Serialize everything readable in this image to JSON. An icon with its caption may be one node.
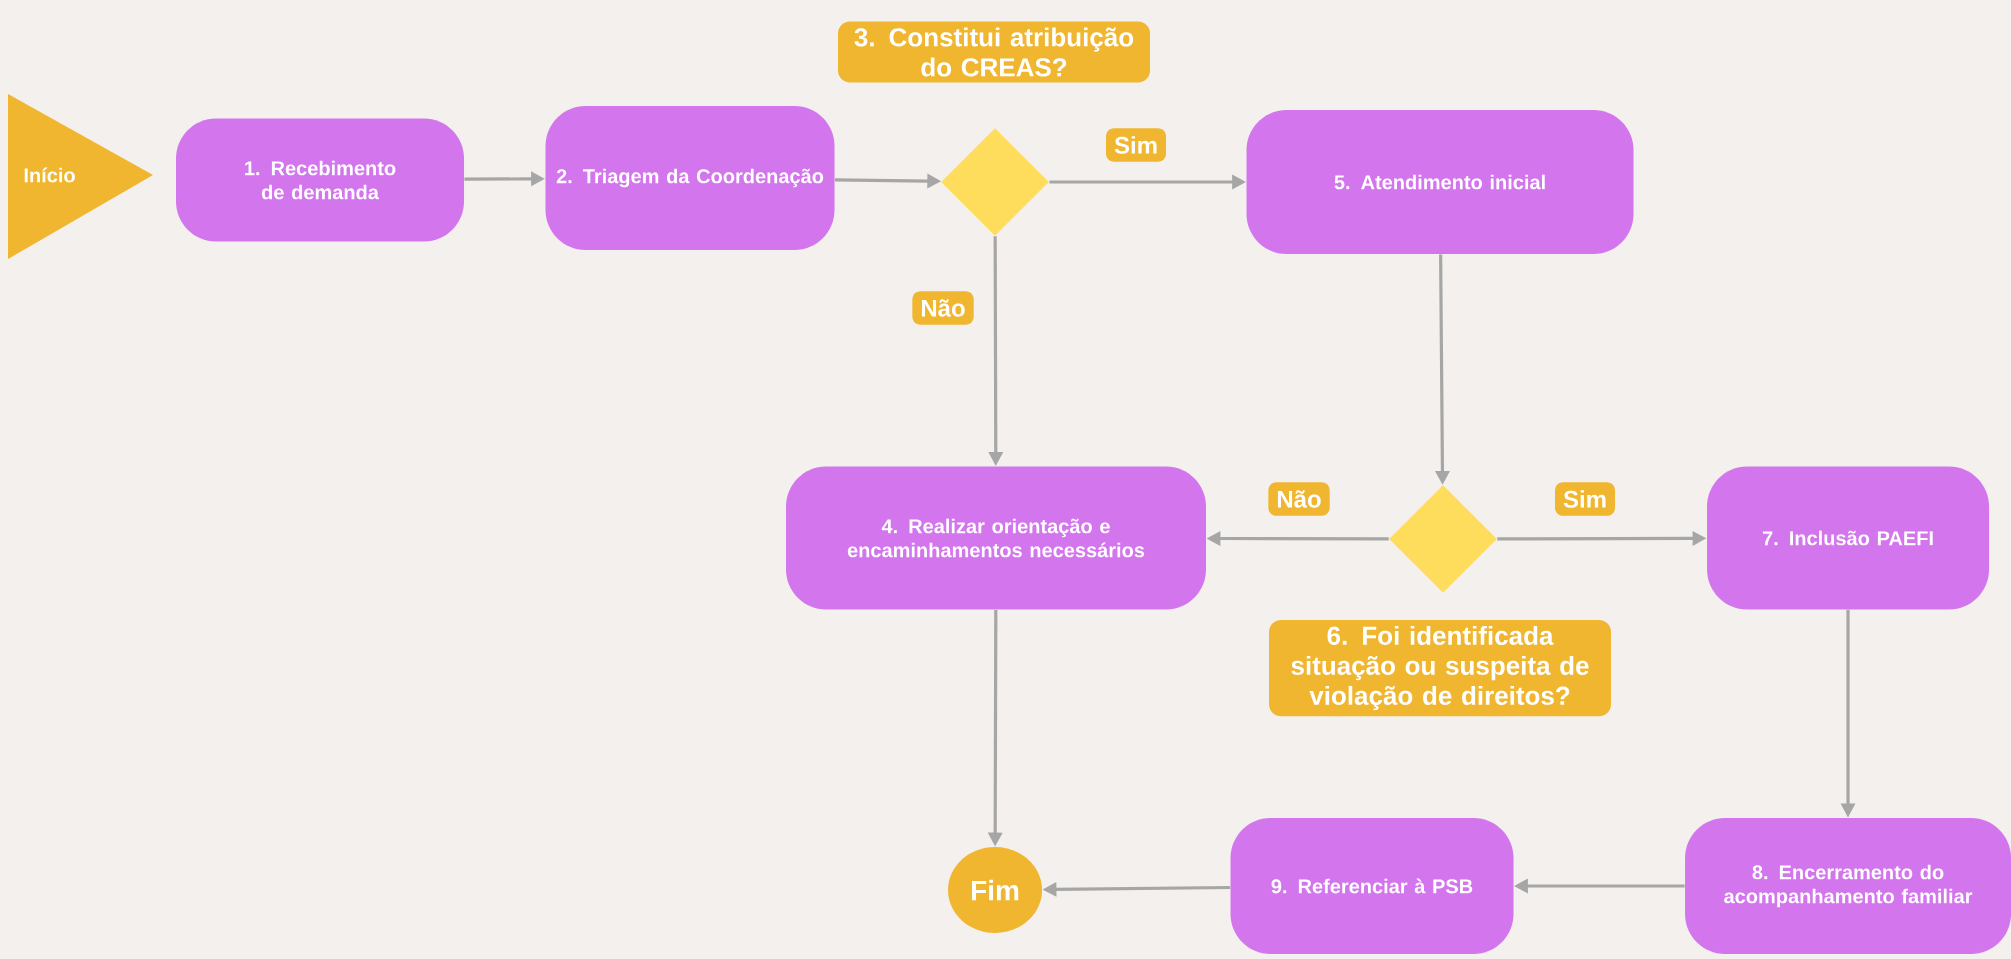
{
  "diagram": {
    "nodes": [
      {
        "text": [
          "Início"
        ]
      },
      {
        "text": [
          "1. Recebimento de demanda"
        ]
      },
      {
        "text": [
          "2. Triagem da Coordenação"
        ]
      },
      {
        "text": [
          "3. Constitui atribuição do CREAS?"
        ]
      },
      {
        "text": [
          "5. Atendimento inicial"
        ]
      },
      {
        "text": [
          "4. Realizar orientação e encaminhamentos necessários"
        ]
      },
      {
        "text": [
          "6. Foi identificada situação ou suspeita de violação de direitos?"
        ]
      },
      {
        "text": [
          "7. Inclusão PAEFI"
        ]
      },
      {
        "text": [
          "8. Encerramento do acompanhamento familiar"
        ]
      },
      {
        "text": [
          "9. Referenciar à PSB"
        ]
      },
      {
        "text": [
          "Fim"
        ]
      }
    ],
    "edges": [
      {
        "from": 1,
        "to": 2,
        "arrow": "to"
      },
      {
        "from": 2,
        "to": 3,
        "arrow": "to"
      },
      {
        "from": 3,
        "to": 4,
        "arrow": "to",
        "label": "Sim"
      },
      {
        "from": 3,
        "to": 5,
        "arrow": "to",
        "label": "Não"
      },
      {
        "from": 4,
        "to": 6,
        "arrow": "to"
      },
      {
        "from": 6,
        "to": 5,
        "arrow": "to",
        "label": "Não"
      },
      {
        "from": 6,
        "to": 7,
        "arrow": "to",
        "label": "Sim"
      },
      {
        "from": 7,
        "to": 8,
        "arrow": "to"
      },
      {
        "from": 8,
        "to": 9,
        "arrow": "to"
      },
      {
        "from": 9,
        "to": 10,
        "arrow": "to"
      },
      {
        "from": 5,
        "to": 10,
        "arrow": "to"
      }
    ]
  }
}
